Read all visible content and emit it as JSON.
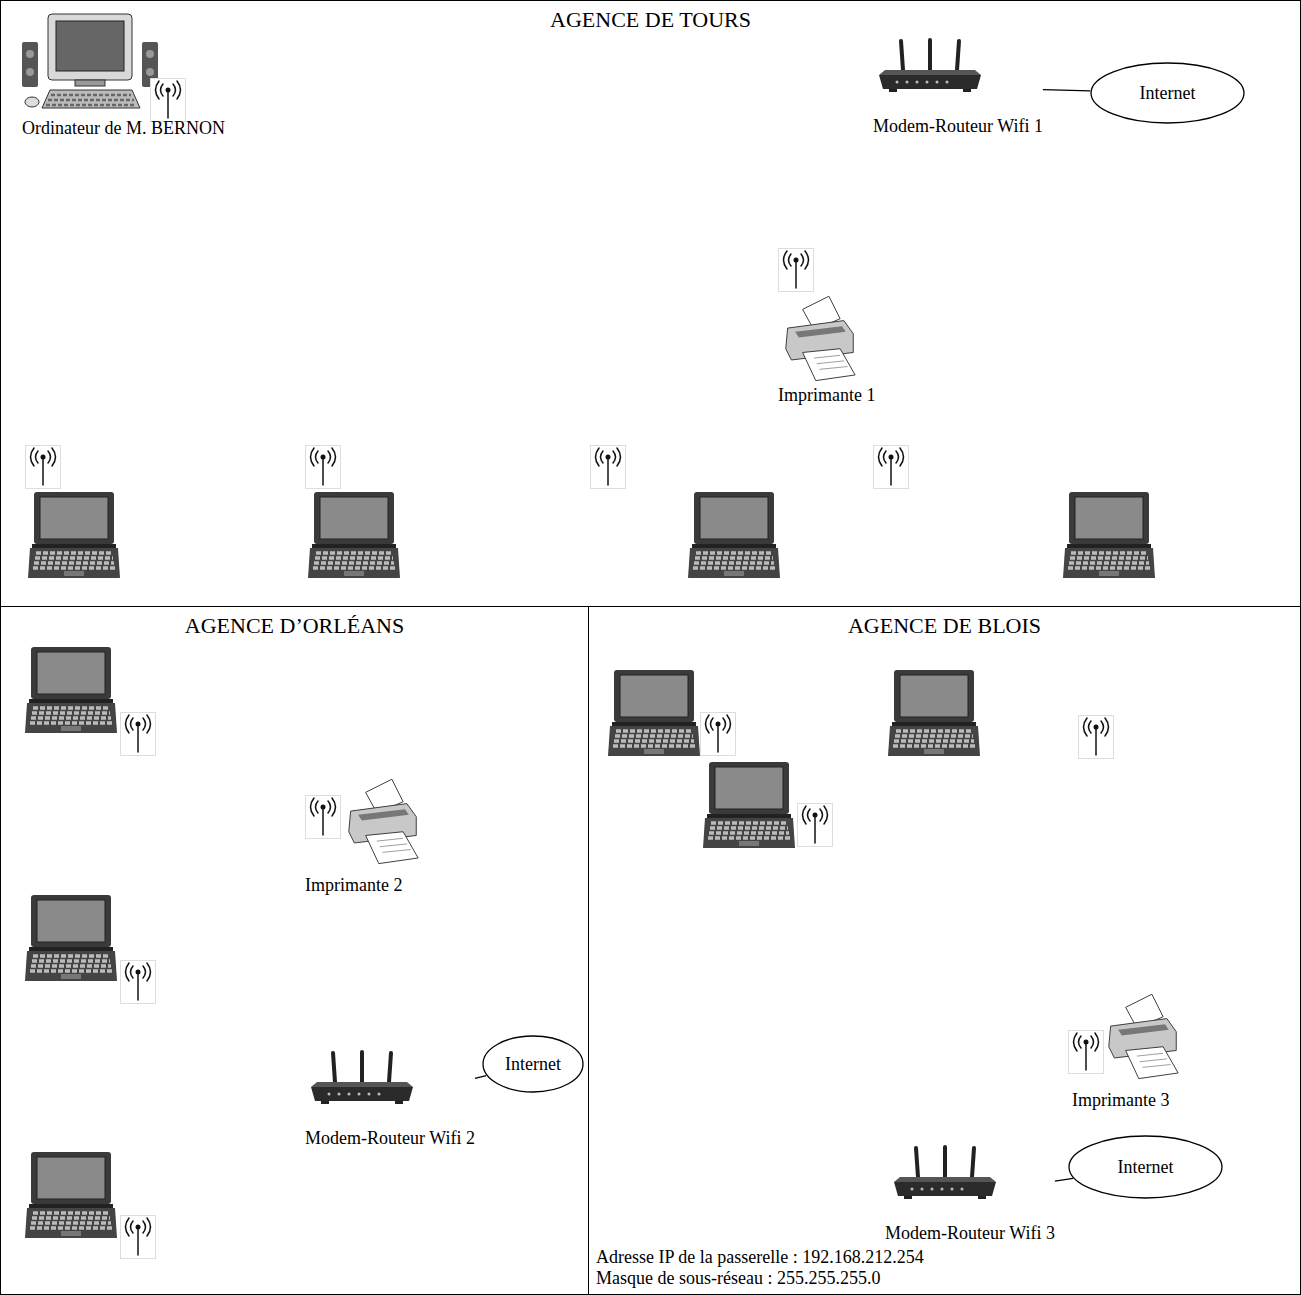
{
  "diagram": {
    "nodes": [
      {
        "text": [
          "AGENCE DE TOURS"
        ]
      },
      {
        "text": [
          "Ordinateur de M. BERNON"
        ],
        "in": 0
      },
      {
        "text": [
          "Modem-Routeur Wifi 1"
        ],
        "in": 0
      },
      {
        "text": [
          "Internet"
        ],
        "in": 0
      },
      {
        "text": [
          "Imprimante 1"
        ],
        "in": 0
      },
      {
        "text": [
          "AGENCE D’ORLÉANS"
        ]
      },
      {
        "text": [
          "Imprimante 2"
        ],
        "in": 5
      },
      {
        "text": [
          "Modem-Routeur Wifi 2"
        ],
        "in": 5
      },
      {
        "text": [
          "Internet"
        ],
        "in": 5
      },
      {
        "text": [
          "AGENCE DE BLOIS"
        ]
      },
      {
        "text": [
          "Imprimante 3"
        ],
        "in": 9
      },
      {
        "text": [
          "Modem-Routeur Wifi 3"
        ],
        "in": 9
      },
      {
        "text": [
          "Internet"
        ],
        "in": 9
      }
    ],
    "edges": [
      {
        "from": 2,
        "to": 3,
        "arrow": "none"
      },
      {
        "from": 7,
        "to": 8,
        "arrow": "none"
      },
      {
        "from": 11,
        "to": 12,
        "arrow": "none"
      }
    ],
    "labels": [
      "Adresse IP de la passerelle : 192.168.212.254",
      "Masque de sous-réseau : 255.255.255.0"
    ]
  }
}
